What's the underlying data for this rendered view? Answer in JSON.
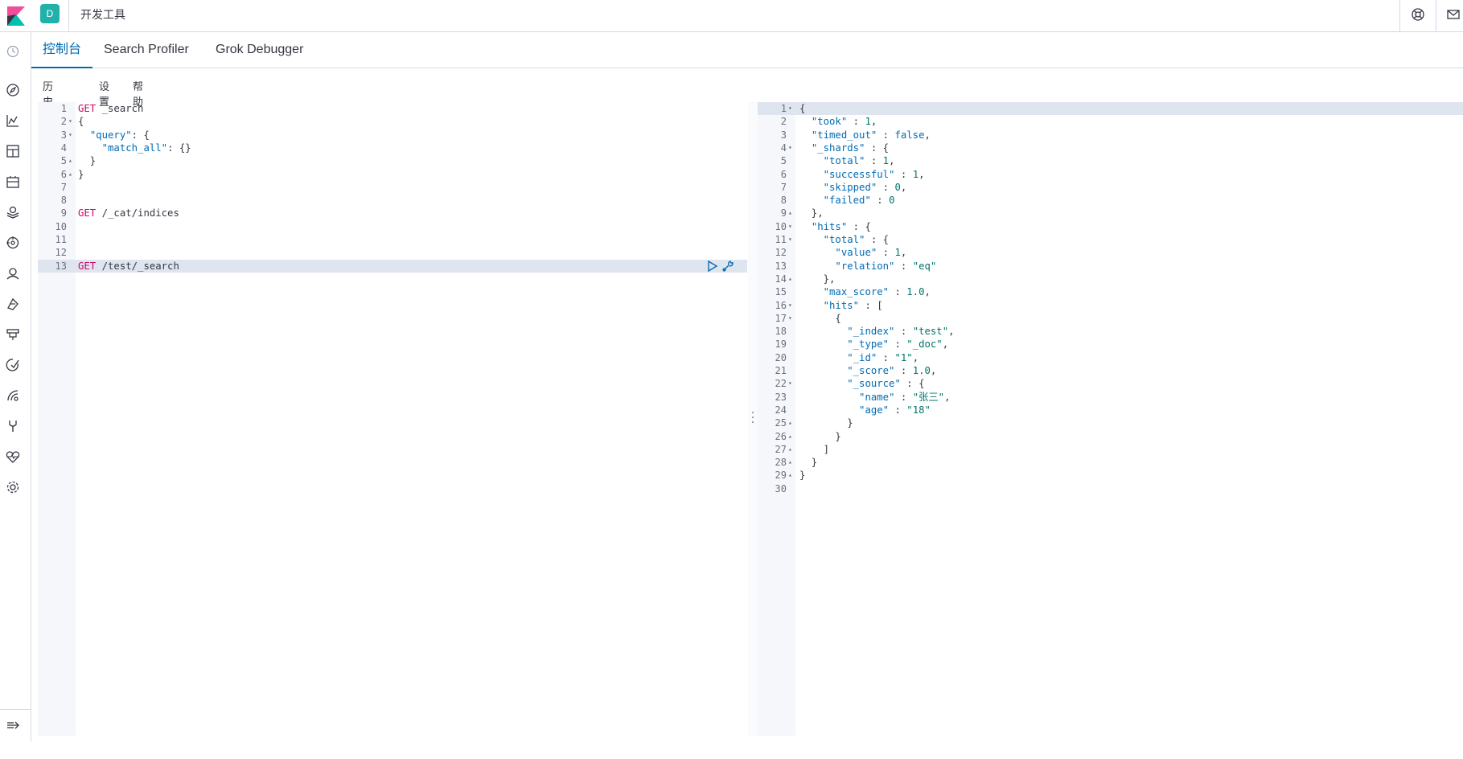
{
  "header": {
    "space_initial": "D",
    "app_title": "开发工具"
  },
  "tabs": [
    {
      "label": "控制台",
      "active": true
    },
    {
      "label": "Search Profiler",
      "active": false
    },
    {
      "label": "Grok Debugger",
      "active": false
    }
  ],
  "menu": {
    "history": "历史记录",
    "settings": "设置",
    "help": "帮助"
  },
  "sidebar_icons": [
    "clock-icon",
    "compass-icon",
    "visualize-icon",
    "dashboard-icon",
    "canvas-icon",
    "maps-icon",
    "ml-icon",
    "user-icon",
    "index-icon",
    "filter-icon",
    "apm-icon",
    "uptime-icon",
    "devtools-icon",
    "monitoring-icon",
    "gear-icon",
    "collapse-icon"
  ],
  "colors": {
    "accent": "#006bb4",
    "space_badge": "#20b2aa",
    "keyword": "#c80a68",
    "string": "#00756b"
  },
  "request": {
    "lines": [
      {
        "n": "1",
        "fold": "",
        "text": "GET _search"
      },
      {
        "n": "2",
        "fold": "▾",
        "text": "{"
      },
      {
        "n": "3",
        "fold": "▾",
        "text": "  \"query\": {"
      },
      {
        "n": "4",
        "fold": "",
        "text": "    \"match_all\": {}"
      },
      {
        "n": "5",
        "fold": "▴",
        "text": "  }"
      },
      {
        "n": "6",
        "fold": "▴",
        "text": "}"
      },
      {
        "n": "7",
        "fold": "",
        "text": ""
      },
      {
        "n": "8",
        "fold": "",
        "text": ""
      },
      {
        "n": "9",
        "fold": "",
        "text": "GET /_cat/indices"
      },
      {
        "n": "10",
        "fold": "",
        "text": ""
      },
      {
        "n": "11",
        "fold": "",
        "text": ""
      },
      {
        "n": "12",
        "fold": "",
        "text": ""
      },
      {
        "n": "13",
        "fold": "",
        "text": "GET /test/_search"
      }
    ]
  },
  "response": {
    "lines": [
      {
        "n": "1",
        "fold": "▾",
        "text": "{"
      },
      {
        "n": "2",
        "fold": "",
        "text": "  \"took\" : 1,"
      },
      {
        "n": "3",
        "fold": "",
        "text": "  \"timed_out\" : false,"
      },
      {
        "n": "4",
        "fold": "▾",
        "text": "  \"_shards\" : {"
      },
      {
        "n": "5",
        "fold": "",
        "text": "    \"total\" : 1,"
      },
      {
        "n": "6",
        "fold": "",
        "text": "    \"successful\" : 1,"
      },
      {
        "n": "7",
        "fold": "",
        "text": "    \"skipped\" : 0,"
      },
      {
        "n": "8",
        "fold": "",
        "text": "    \"failed\" : 0"
      },
      {
        "n": "9",
        "fold": "▴",
        "text": "  },"
      },
      {
        "n": "10",
        "fold": "▾",
        "text": "  \"hits\" : {"
      },
      {
        "n": "11",
        "fold": "▾",
        "text": "    \"total\" : {"
      },
      {
        "n": "12",
        "fold": "",
        "text": "      \"value\" : 1,"
      },
      {
        "n": "13",
        "fold": "",
        "text": "      \"relation\" : \"eq\""
      },
      {
        "n": "14",
        "fold": "▴",
        "text": "    },"
      },
      {
        "n": "15",
        "fold": "",
        "text": "    \"max_score\" : 1.0,"
      },
      {
        "n": "16",
        "fold": "▾",
        "text": "    \"hits\" : ["
      },
      {
        "n": "17",
        "fold": "▾",
        "text": "      {"
      },
      {
        "n": "18",
        "fold": "",
        "text": "        \"_index\" : \"test\","
      },
      {
        "n": "19",
        "fold": "",
        "text": "        \"_type\" : \"_doc\","
      },
      {
        "n": "20",
        "fold": "",
        "text": "        \"_id\" : \"1\","
      },
      {
        "n": "21",
        "fold": "",
        "text": "        \"_score\" : 1.0,"
      },
      {
        "n": "22",
        "fold": "▾",
        "text": "        \"_source\" : {"
      },
      {
        "n": "23",
        "fold": "",
        "text": "          \"name\" : \"张三\","
      },
      {
        "n": "24",
        "fold": "",
        "text": "          \"age\" : \"18\""
      },
      {
        "n": "25",
        "fold": "▴",
        "text": "        }"
      },
      {
        "n": "26",
        "fold": "▴",
        "text": "      }"
      },
      {
        "n": "27",
        "fold": "▴",
        "text": "    ]"
      },
      {
        "n": "28",
        "fold": "▴",
        "text": "  }"
      },
      {
        "n": "29",
        "fold": "▴",
        "text": "}"
      },
      {
        "n": "30",
        "fold": "",
        "text": ""
      }
    ]
  }
}
